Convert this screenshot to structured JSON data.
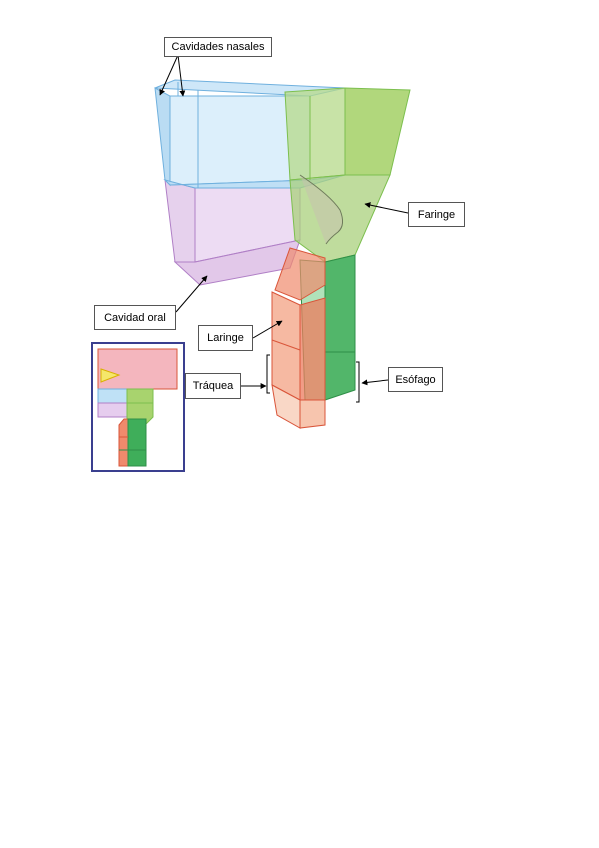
{
  "labels": {
    "nasal": "Cavidades nasales",
    "faringe": "Faringe",
    "oral": "Cavidad oral",
    "laringe": "Laringe",
    "traquea": "Tráquea",
    "esofago": "Esófago"
  },
  "colors": {
    "nasal": "#7fbde6",
    "faringe": "#8cc63f",
    "oral": "#c69ad6",
    "laringe": "#ef8a6a",
    "traquea": "#f5b69a",
    "esofago": "#3fae5a",
    "inset_border": "#3a3f8f",
    "inset_pink": "#f4b6be",
    "triangle": "#f5e76a"
  }
}
